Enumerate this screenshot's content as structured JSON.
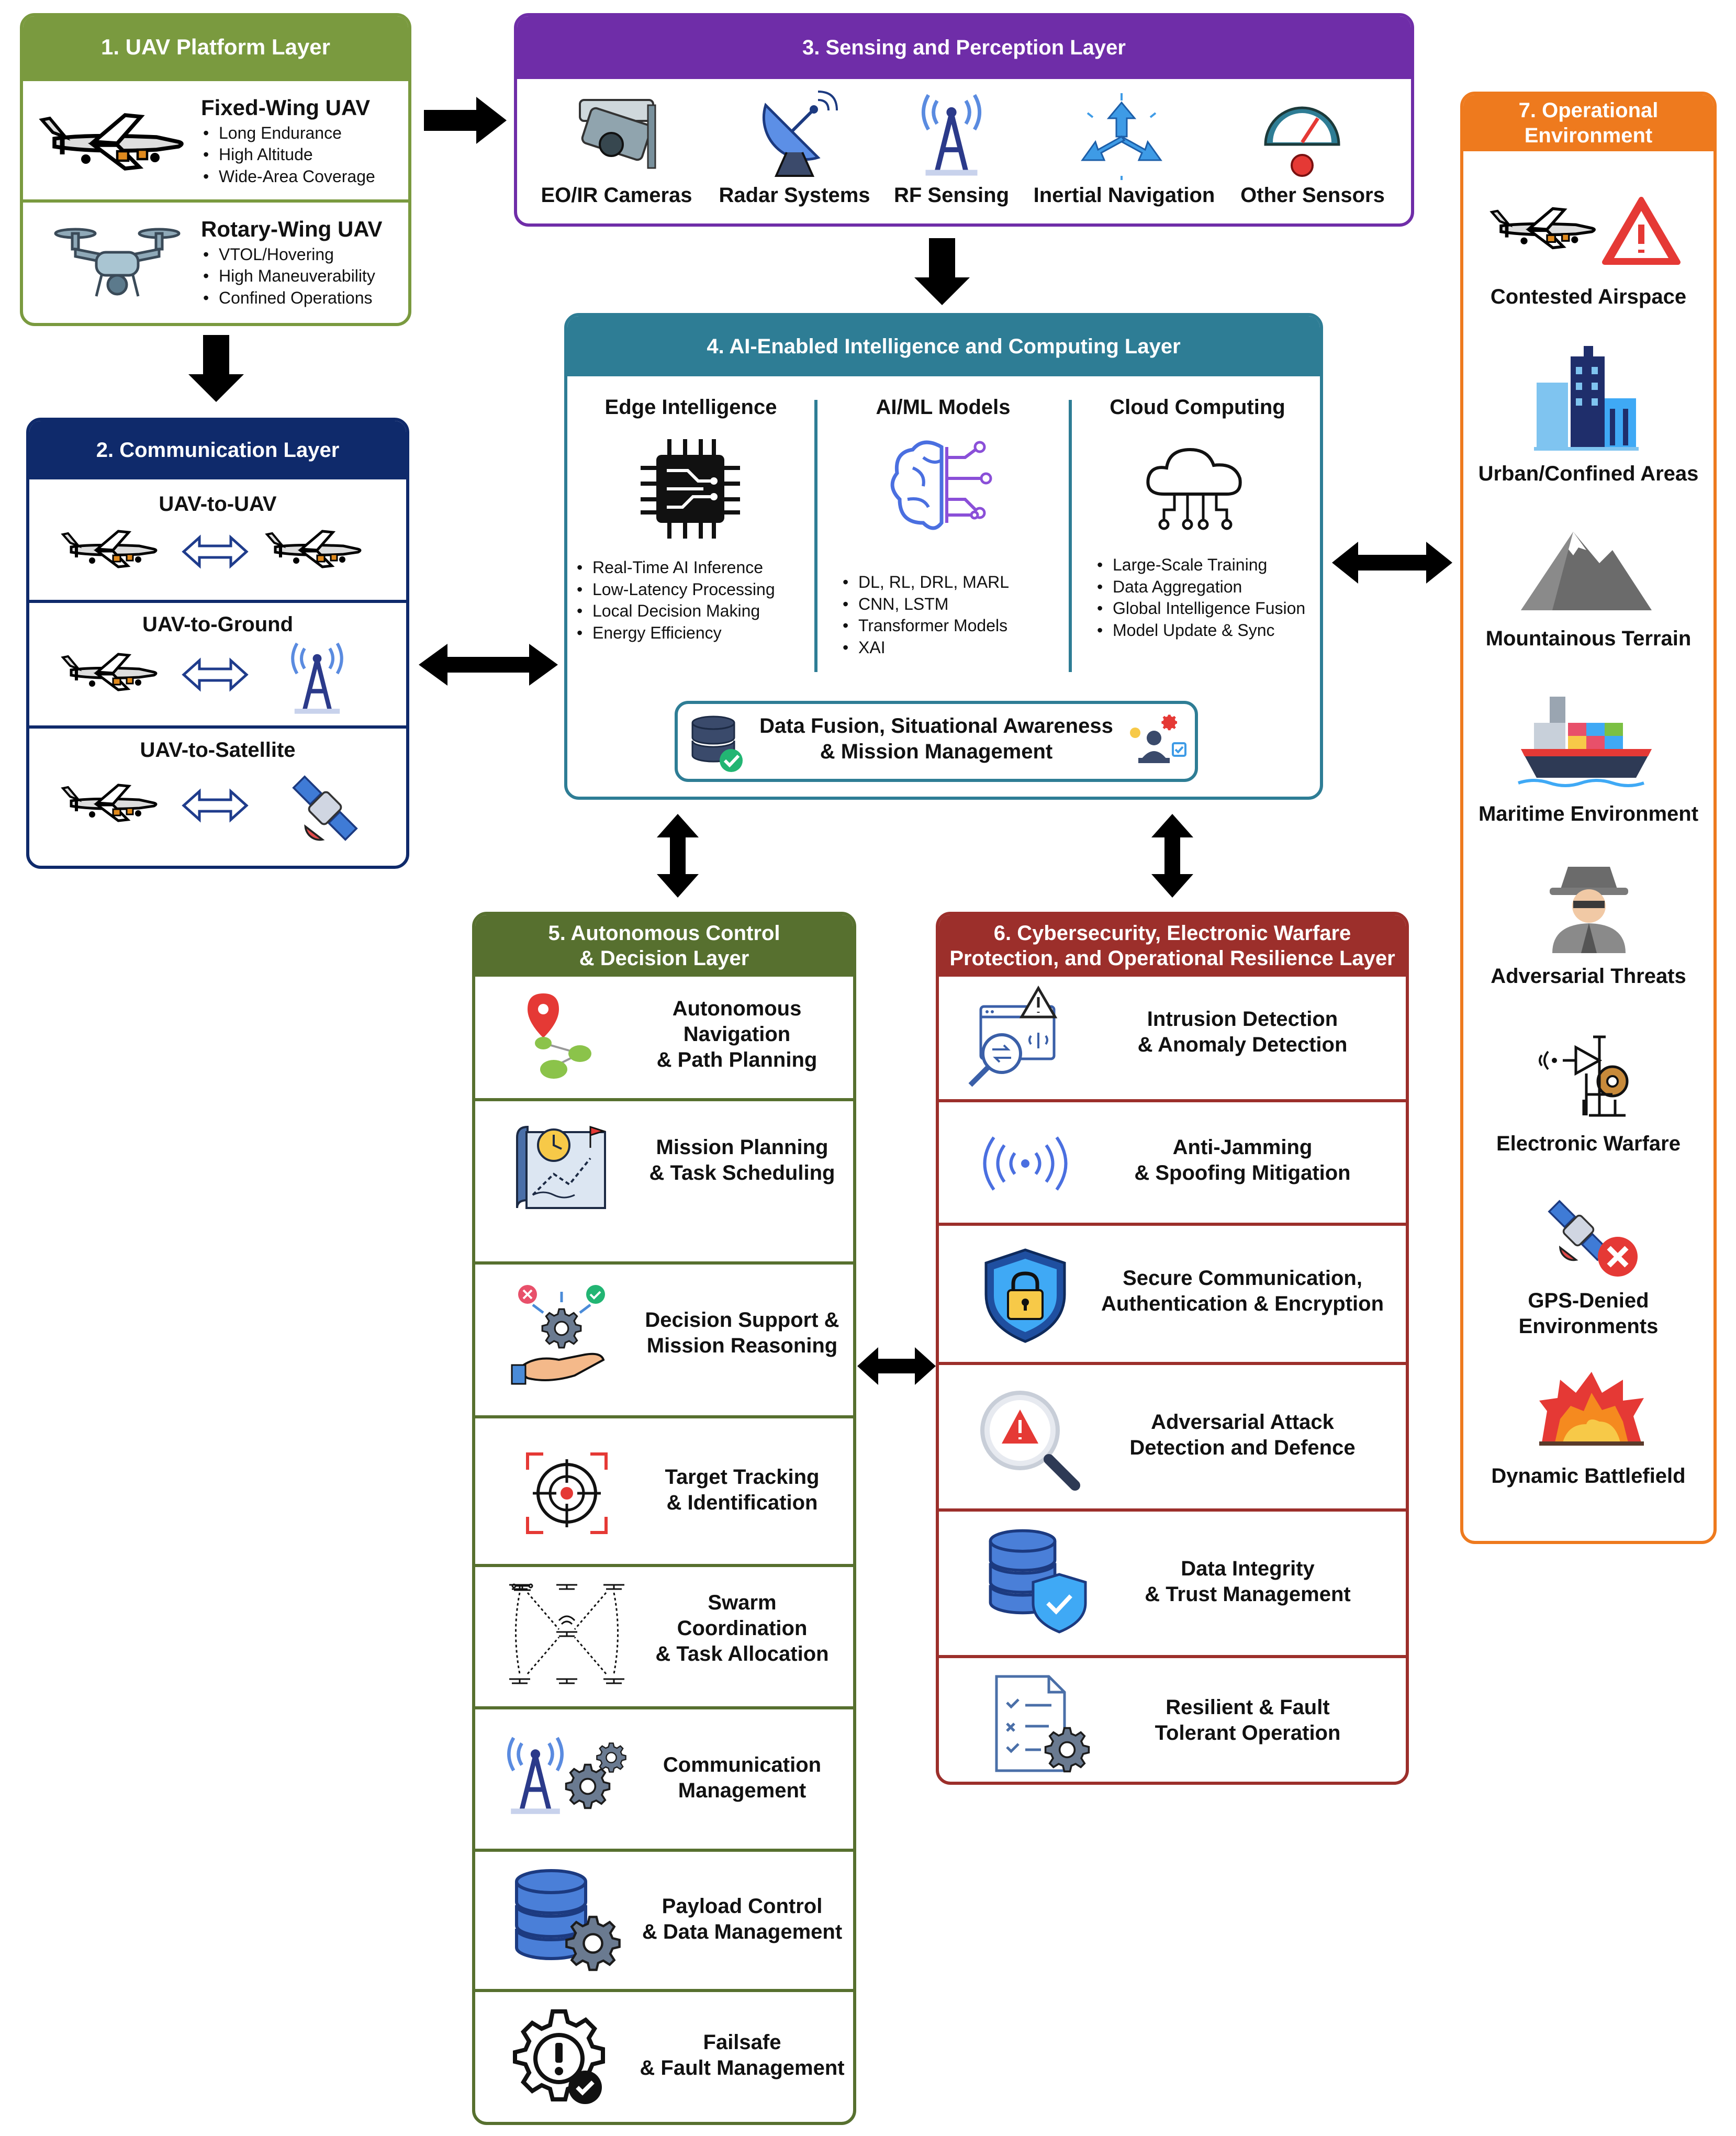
{
  "colors": {
    "uav_platform": "#7A9A3F",
    "communication": "#0F2A6B",
    "sensing": "#6F2DA8",
    "ai": "#2E7D95",
    "autonomous": "#57702F",
    "cyber": "#9C2F2B",
    "environment": "#EE7A1E",
    "arrow": "#000000"
  },
  "layer1": {
    "title": "1. UAV Platform Layer",
    "fixed_wing": {
      "title": "Fixed-Wing UAV",
      "bullets": [
        "Long Endurance",
        "High Altitude",
        "Wide-Area Coverage"
      ],
      "icon": "fixed-wing-drone-icon"
    },
    "rotary_wing": {
      "title": "Rotary-Wing UAV",
      "bullets": [
        "VTOL/Hovering",
        "High Maneuverability",
        "Confined Operations"
      ],
      "icon": "quadcopter-icon"
    }
  },
  "layer2": {
    "title": "2. Communication Layer",
    "links": [
      {
        "label": "UAV-to-UAV",
        "icon": "drone-pair-icon"
      },
      {
        "label": "UAV-to-Ground",
        "icon": "ground-tower-icon"
      },
      {
        "label": "UAV-to-Satellite",
        "icon": "satellite-icon"
      }
    ]
  },
  "layer3": {
    "title": "3. Sensing and Perception Layer",
    "sensors": [
      {
        "label": "EO/IR Cameras",
        "icon": "camera-icon"
      },
      {
        "label": "Radar Systems",
        "icon": "radar-dish-icon"
      },
      {
        "label": "RF Sensing",
        "icon": "rf-tower-icon"
      },
      {
        "label": "Inertial Navigation",
        "icon": "inertial-axes-icon"
      },
      {
        "label": "Other Sensors",
        "icon": "gauge-icon"
      }
    ]
  },
  "layer4": {
    "title": "4. AI-Enabled Intelligence and Computing Layer",
    "columns": [
      {
        "title": "Edge Intelligence",
        "bullets": [
          "Real-Time AI Inference",
          "Low-Latency Processing",
          "Local Decision Making",
          "Energy Efficiency"
        ],
        "icon": "chip-icon"
      },
      {
        "title": "AI/ML Models",
        "bullets": [
          "DL, RL, DRL, MARL",
          "CNN, LSTM",
          "Transformer Models",
          "XAI"
        ],
        "icon": "ai-brain-icon"
      },
      {
        "title": "Cloud Computing",
        "bullets": [
          "Large-Scale Training",
          "Data Aggregation",
          "Global Intelligence Fusion",
          "Model Update & Sync"
        ],
        "icon": "cloud-network-icon"
      }
    ],
    "fusion": {
      "line1": "Data Fusion, Situational Awareness",
      "line2": "& Mission Management"
    }
  },
  "layer5": {
    "title_line1": "5. Autonomous Control",
    "title_line2": "& Decision Layer",
    "items": [
      {
        "lines": [
          "Autonomous",
          "Navigation",
          "& Path Planning"
        ],
        "icon": "path-planning-icon"
      },
      {
        "lines": [
          "Mission Planning",
          "& Task Scheduling"
        ],
        "icon": "mission-map-icon"
      },
      {
        "lines": [
          "Decision Support &",
          "Mission Reasoning"
        ],
        "icon": "decision-gear-hand-icon"
      },
      {
        "lines": [
          "Target Tracking",
          "& Identification"
        ],
        "icon": "crosshair-icon"
      },
      {
        "lines": [
          "Swarm",
          "Coordination",
          "& Task Allocation"
        ],
        "icon": "swarm-drones-icon"
      },
      {
        "lines": [
          "Communication",
          "Management"
        ],
        "icon": "tower-gears-icon"
      },
      {
        "lines": [
          "Payload Control",
          "& Data Management"
        ],
        "icon": "database-gear-icon"
      },
      {
        "lines": [
          "Failsafe",
          "& Fault Management"
        ],
        "icon": "failsafe-gear-icon"
      }
    ]
  },
  "layer6": {
    "title_line1": "6. Cybersecurity, Electronic Warfare",
    "title_line2": "Protection, and Operational Resilience Layer",
    "items": [
      {
        "lines": [
          "Intrusion Detection",
          "& Anomaly Detection"
        ],
        "icon": "intrusion-monitor-icon"
      },
      {
        "lines": [
          "Anti-Jamming",
          "& Spoofing Mitigation"
        ],
        "icon": "signal-waves-icon"
      },
      {
        "lines": [
          "Secure Communication,",
          "Authentication & Encryption"
        ],
        "icon": "shield-lock-icon"
      },
      {
        "lines": [
          "Adversarial Attack",
          "Detection and Defence"
        ],
        "icon": "magnifier-warning-icon"
      },
      {
        "lines": [
          "Data Integrity",
          "& Trust Management"
        ],
        "icon": "database-shield-icon"
      },
      {
        "lines": [
          "Resilient & Fault",
          "Tolerant Operation"
        ],
        "icon": "checklist-gear-icon"
      }
    ]
  },
  "layer7": {
    "title_line1": "7. Operational",
    "title_line2": "Environment",
    "items": [
      {
        "lines": [
          "Contested Airspace"
        ],
        "icon": "drone-warning-icon"
      },
      {
        "lines": [
          "Urban/Confined Areas"
        ],
        "icon": "city-buildings-icon"
      },
      {
        "lines": [
          "Mountainous Terrain"
        ],
        "icon": "mountain-icon"
      },
      {
        "lines": [
          "Maritime Environment"
        ],
        "icon": "cargo-ship-icon"
      },
      {
        "lines": [
          "Adversarial Threats"
        ],
        "icon": "spy-icon"
      },
      {
        "lines": [
          "Electronic Warfare"
        ],
        "icon": "ew-antenna-icon"
      },
      {
        "lines": [
          "GPS-Denied",
          "Environments"
        ],
        "icon": "satellite-denied-icon"
      },
      {
        "lines": [
          "Dynamic Battlefield"
        ],
        "icon": "explosion-icon"
      }
    ]
  }
}
